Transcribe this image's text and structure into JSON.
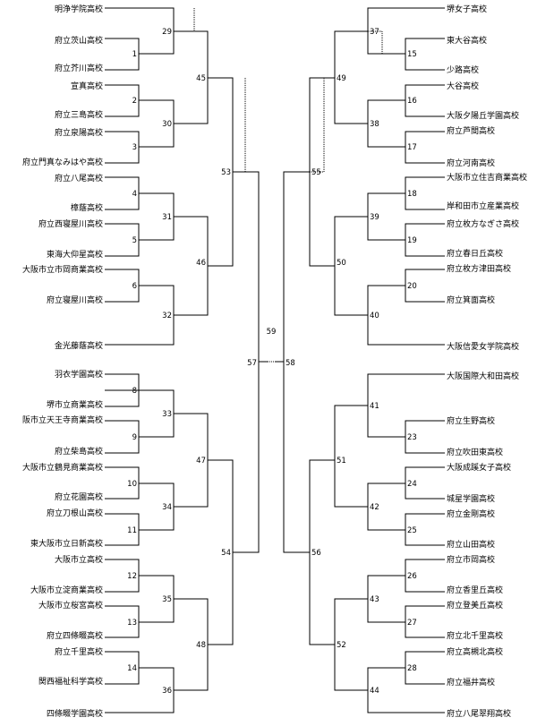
{
  "left_teams": [
    "明浄学院高校",
    "府立茨山高校",
    "府立芥川高校",
    "宣真高校",
    "府立三島高校",
    "府立泉陽高校",
    "府立門真なみはや高校",
    "府立八尾高校",
    "樟蔭高校",
    "府立西寝屋川高校",
    "東海大仰星高校",
    "大阪市立市岡商業高校",
    "府立寝屋川高校",
    "金光藤蔭高校",
    "羽衣学園高校",
    "堺市立商業高校",
    "阪市立天王寺商業高校",
    "府立柴島高校",
    "大阪市立鶴見商業高校",
    "府立花園高校",
    "府立刀根山高校",
    "東大阪市立日新高校",
    "大阪市立高校",
    "大阪市立淀商業高校",
    "大阪市立桜宮高校",
    "府立四條畷高校",
    "府立千里高校",
    "関西福祉科学高校",
    "四條畷学園高校"
  ],
  "right_teams": [
    "堺女子高校",
    "東大谷高校",
    "少路高校",
    "大谷高校",
    "大阪夕陽丘学園高校",
    "府立芦間高校",
    "府立河南高校",
    "大阪市立住吉商業高校",
    "岸和田市立産業高校",
    "府立枚方なぎさ高校",
    "府立春日丘高校",
    "府立枚方津田高校",
    "府立箕面高校",
    "大阪信愛女学院高校",
    "大阪国際大和田高校",
    "府立生野高校",
    "府立吹田東高校",
    "大阪成蹊女子高校",
    "城星学園高校",
    "府立金剛高校",
    "府立山田高校",
    "府立市岡高校",
    "府立香里丘高校",
    "府立登美丘高校",
    "府立北千里高校",
    "府立高槻北高校",
    "府立福井高校",
    "府立八尾翠翔高校"
  ],
  "match_numbers": [
    "1",
    "2",
    "3",
    "4",
    "5",
    "6",
    "8",
    "9",
    "10",
    "11",
    "12",
    "13",
    "14",
    "15",
    "16",
    "17",
    "18",
    "19",
    "20",
    "23",
    "24",
    "25",
    "26",
    "27",
    "28",
    "29",
    "30",
    "31",
    "32",
    "33",
    "34",
    "35",
    "36",
    "37",
    "38",
    "39",
    "40",
    "41",
    "42",
    "43",
    "44",
    "45",
    "46",
    "47",
    "48",
    "49",
    "50",
    "51",
    "52",
    "53",
    "54",
    "55",
    "56",
    "57",
    "58",
    "59"
  ]
}
